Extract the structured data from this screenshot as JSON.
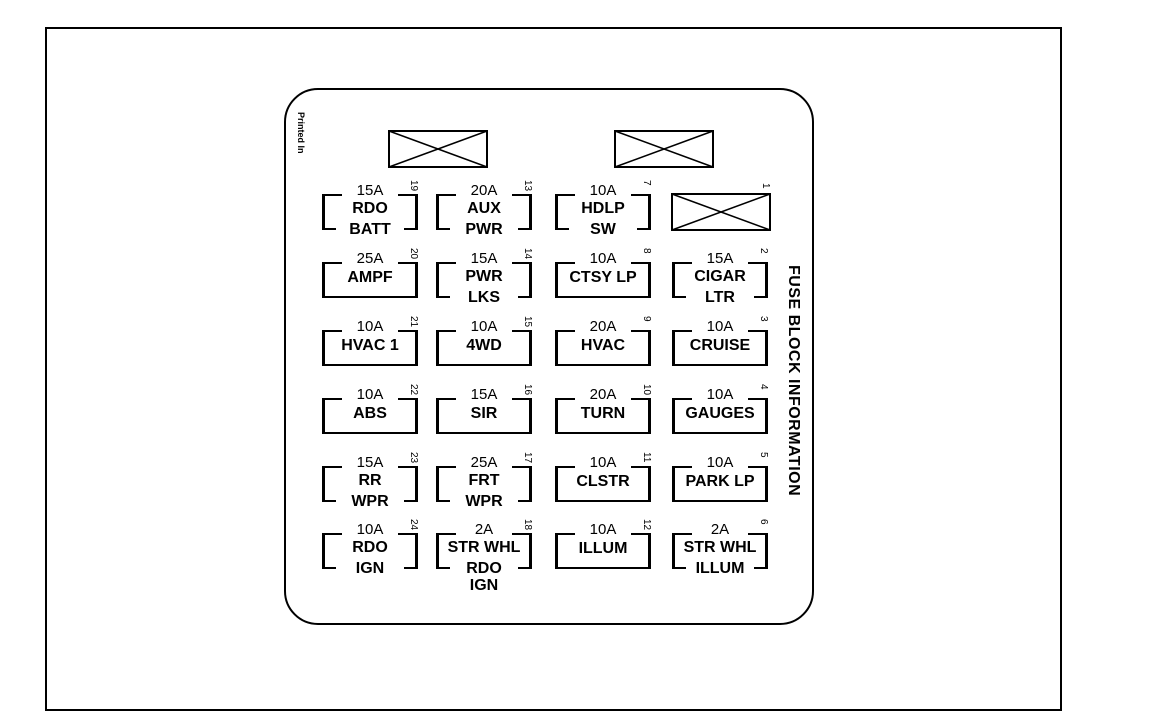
{
  "panel": {
    "side_title": "FUSE BLOCK INFORMATION",
    "printed_in": "Printed In"
  },
  "fuses": [
    {
      "num": "19",
      "amp": "15A",
      "label1": "RDO",
      "label2": "BATT"
    },
    {
      "num": "13",
      "amp": "20A",
      "label1": "AUX",
      "label2": "PWR"
    },
    {
      "num": "7",
      "amp": "10A",
      "label1": "HDLP",
      "label2": "SW"
    },
    {
      "num": "20",
      "amp": "25A",
      "label1": "AMPF",
      "label2": ""
    },
    {
      "num": "14",
      "amp": "15A",
      "label1": "PWR",
      "label2": "LKS"
    },
    {
      "num": "8",
      "amp": "10A",
      "label1": "CTSY LP",
      "label2": ""
    },
    {
      "num": "2",
      "amp": "15A",
      "label1": "CIGAR",
      "label2": "LTR"
    },
    {
      "num": "21",
      "amp": "10A",
      "label1": "HVAC 1",
      "label2": ""
    },
    {
      "num": "15",
      "amp": "10A",
      "label1": "4WD",
      "label2": ""
    },
    {
      "num": "9",
      "amp": "20A",
      "label1": "HVAC",
      "label2": ""
    },
    {
      "num": "3",
      "amp": "10A",
      "label1": "CRUISE",
      "label2": ""
    },
    {
      "num": "22",
      "amp": "10A",
      "label1": "ABS",
      "label2": ""
    },
    {
      "num": "16",
      "amp": "15A",
      "label1": "SIR",
      "label2": ""
    },
    {
      "num": "10",
      "amp": "20A",
      "label1": "TURN",
      "label2": ""
    },
    {
      "num": "4",
      "amp": "10A",
      "label1": "GAUGES",
      "label2": ""
    },
    {
      "num": "23",
      "amp": "15A",
      "label1": "RR",
      "label2": "WPR"
    },
    {
      "num": "17",
      "amp": "25A",
      "label1": "FRT",
      "label2": "WPR"
    },
    {
      "num": "11",
      "amp": "10A",
      "label1": "CLSTR",
      "label2": ""
    },
    {
      "num": "5",
      "amp": "10A",
      "label1": "PARK LP",
      "label2": ""
    },
    {
      "num": "24",
      "amp": "10A",
      "label1": "RDO",
      "label2": "IGN"
    },
    {
      "num": "18",
      "amp": "2A",
      "label1": "STR WHL",
      "label2": "RDO IGN"
    },
    {
      "num": "12",
      "amp": "10A",
      "label1": "ILLUM",
      "label2": ""
    },
    {
      "num": "6",
      "amp": "2A",
      "label1": "STR WHL",
      "label2": "ILLUM"
    }
  ],
  "empty_slot_1": {
    "num": "1"
  }
}
